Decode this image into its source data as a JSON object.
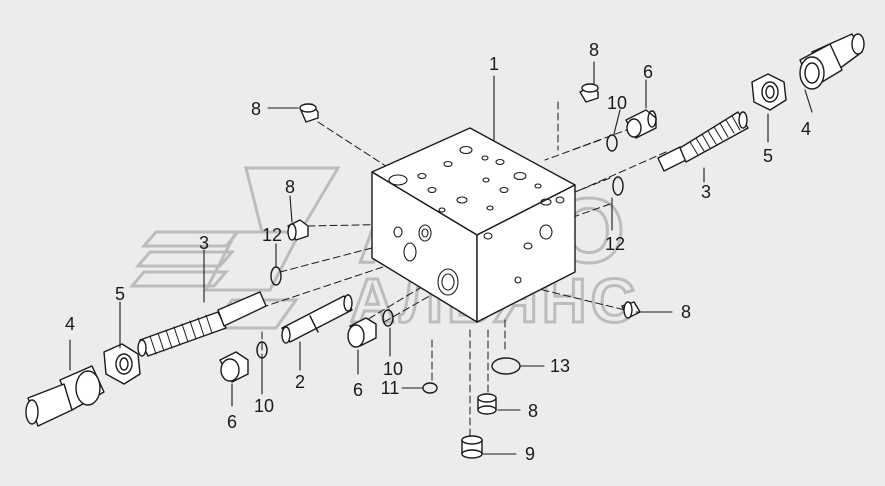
{
  "watermark": {
    "line1": "АВТО",
    "line2": "АЛЬЯНС"
  },
  "colors": {
    "background": "#ececec",
    "line": "#1a1a1a",
    "part_fill": "#ffffff",
    "watermark": "#bcbcbc"
  },
  "callouts": {
    "c1": "1",
    "c8a": "8",
    "c8b": "8",
    "c8c": "8",
    "c8d": "8",
    "c8e": "8",
    "c6a": "6",
    "c6b": "6",
    "c6c": "6",
    "c10a": "10",
    "c10b": "10",
    "c10c": "10",
    "c4a": "4",
    "c4b": "4",
    "c5a": "5",
    "c5b": "5",
    "c3a": "3",
    "c3b": "3",
    "c12a": "12",
    "c12b": "12",
    "c2": "2",
    "c11": "11",
    "c13": "13",
    "c9": "9"
  }
}
